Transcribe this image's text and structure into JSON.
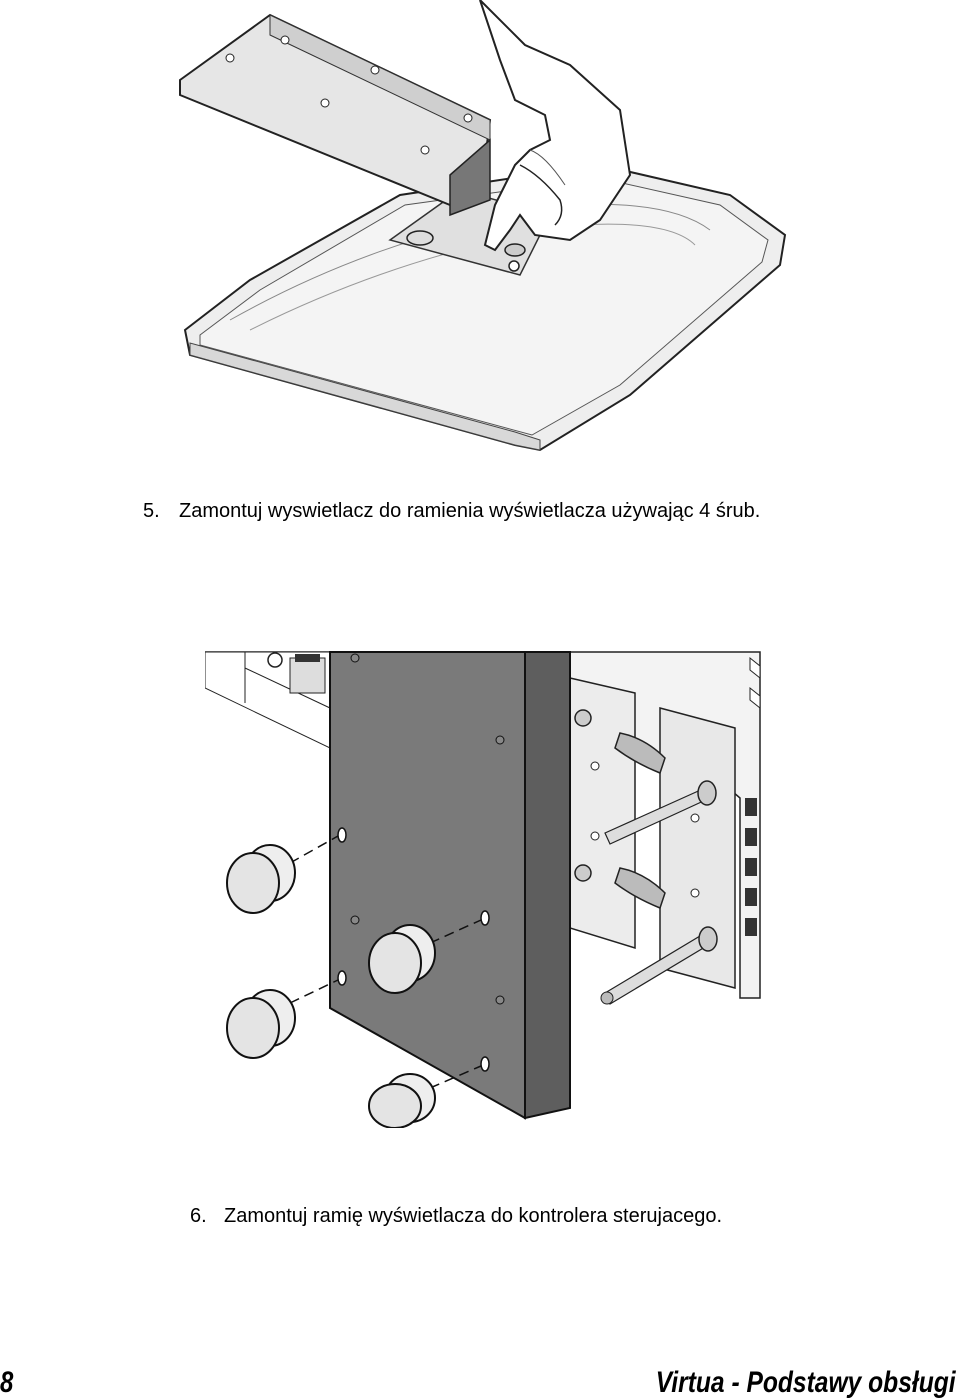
{
  "steps": [
    {
      "number": "5.",
      "text": "Zamontuj wyswietlacz do ramienia wyświetlacza używając 4 śrub."
    },
    {
      "number": "6.",
      "text": "Zamontuj ramię wyświetlacza do kontrolera sterujacego."
    }
  ],
  "footer": {
    "page_number": "8",
    "title": "Virtua - Podstawy obsługi"
  }
}
